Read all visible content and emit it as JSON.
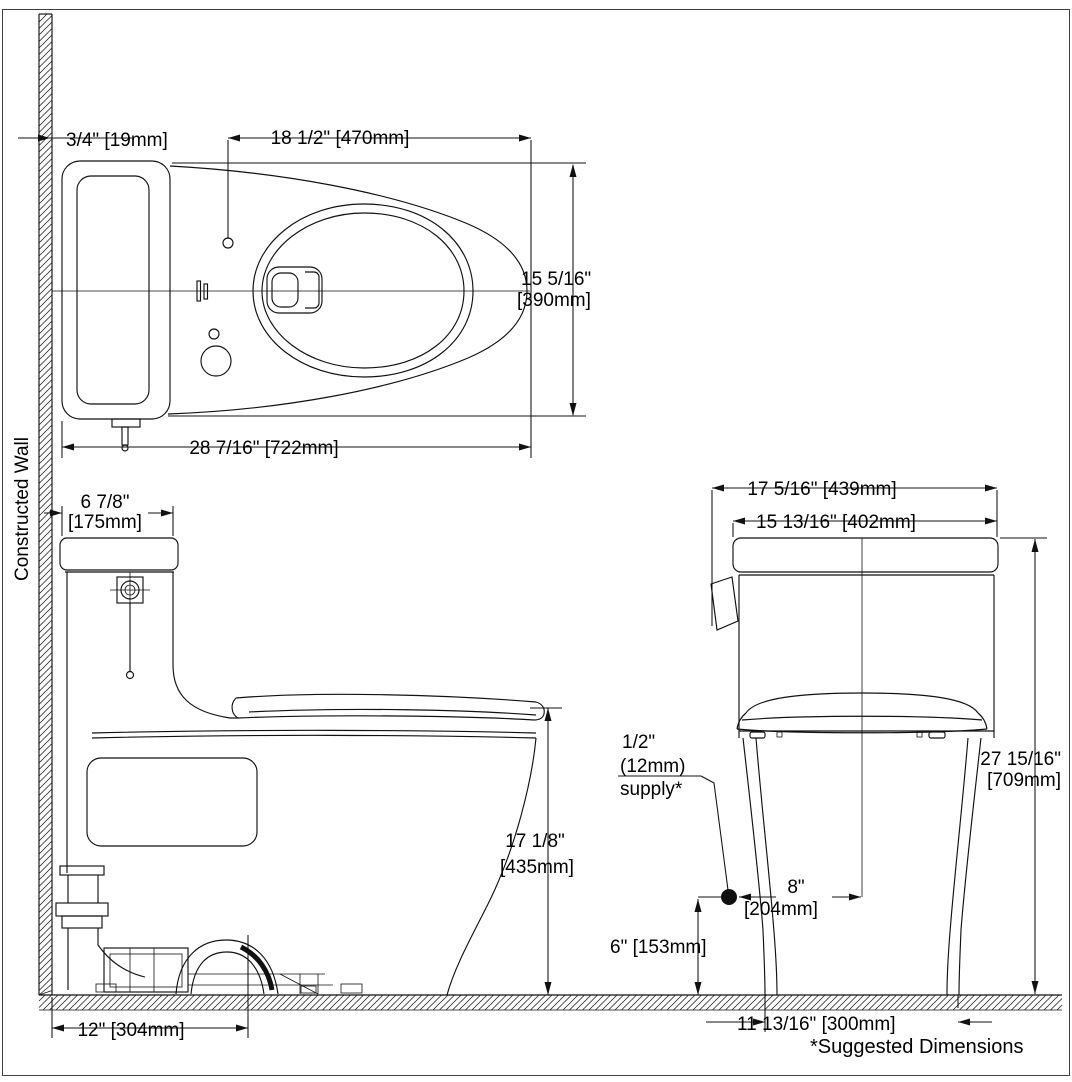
{
  "labels": {
    "wall": "Constructed Wall",
    "footnote": "*Suggested Dimensions",
    "top": {
      "offset": "3/4\" [19mm]",
      "hole": "18 1/2\" [470mm]",
      "width1": "15 5/16\"",
      "width2": "[390mm]",
      "depth": "28 7/16\" [722mm]"
    },
    "side": {
      "tankw1": "6 7/8\"",
      "tankw2": "[175mm]",
      "h1": "17 1/8\"",
      "h2": "[435mm]",
      "roughin": "12\" [304mm]"
    },
    "front": {
      "w439": "17 5/16\" [439mm]",
      "w402": "15 13/16\" [402mm]",
      "h1": "27 15/16\"",
      "h2": "[709mm]",
      "sup1": "1/2\"",
      "sup2": "(12mm)",
      "sup3": "supply*",
      "off8": "8\"",
      "off8mm": "[204mm]",
      "h6": "6\" [153mm]",
      "base": "11 13/16\" [300mm]"
    }
  }
}
